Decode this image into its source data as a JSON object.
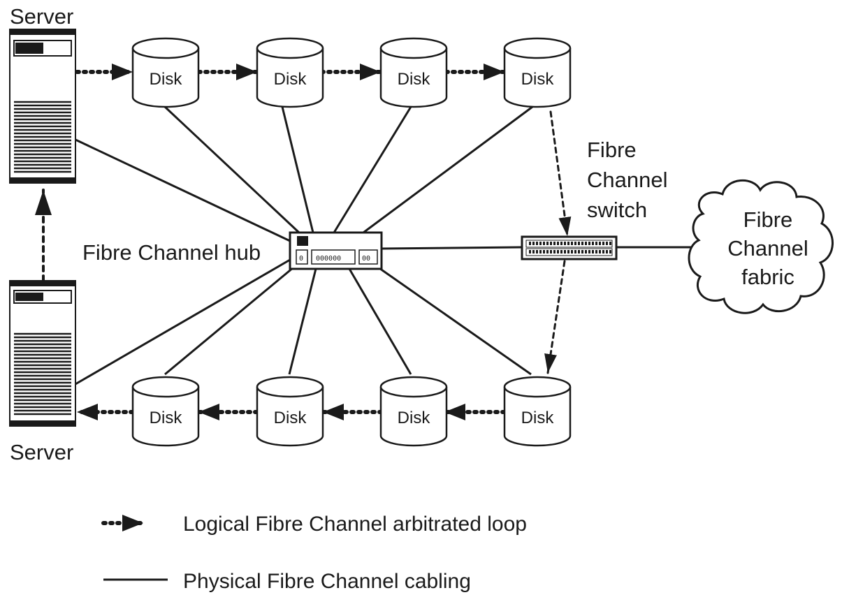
{
  "server_top": {
    "label": "Server"
  },
  "server_bottom": {
    "label": "Server"
  },
  "disk_label": "Disk",
  "disks_top": [
    "Disk",
    "Disk",
    "Disk",
    "Disk"
  ],
  "disks_bottom": [
    "Disk",
    "Disk",
    "Disk",
    "Disk"
  ],
  "hub": {
    "label": "Fibre Channel hub",
    "port_labels": [
      "0",
      "000000",
      "00"
    ]
  },
  "switch": {
    "label_lines": [
      "Fibre",
      "Channel",
      "switch"
    ]
  },
  "fabric": {
    "label_lines": [
      "Fibre",
      "Channel",
      "fabric"
    ]
  },
  "legend": {
    "logical": "Logical Fibre Channel arbitrated loop",
    "physical": "Physical Fibre Channel cabling"
  },
  "colors": {
    "ink": "#1a1a1a",
    "background": "#ffffff"
  }
}
